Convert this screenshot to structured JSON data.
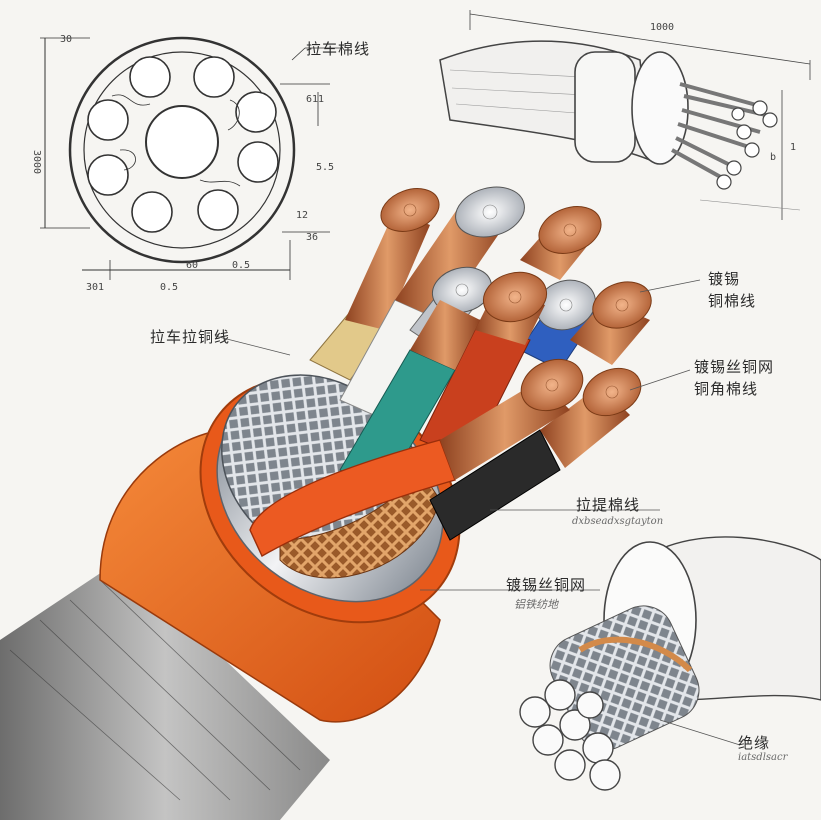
{
  "labels": {
    "top_cross_section": "拉车棉线",
    "left_shield": "拉车拉铜线",
    "tinned_cotton_1": "镀锡",
    "tinned_cotton_2": "铜棉线",
    "tinned_mesh_1": "镀锡丝铜网",
    "tinned_mesh_2": "铜角棉线",
    "cotton_right": "拉提棉线",
    "cotton_right_sub": "dxbseadxsgtayton",
    "mesh_lower_1": "镀锡丝铜网",
    "mesh_lower_2": "铝铁纺地",
    "insulation": "绝缘",
    "insulation_sub": "iatsdlsacr"
  },
  "dimensions": {
    "d_top_left": "30",
    "d_side": "3000",
    "d_small": "611",
    "d_right": "5.5",
    "d_bottom_right": "36",
    "d_12": "12",
    "d_bottom_1": "301",
    "d_bottom_2": "60",
    "d_bottom_3": "0.5",
    "d_bottom_4": "0.5",
    "d_length": "1000",
    "d_b": "b",
    "d_1": "1"
  },
  "colors": {
    "jacket": "#ee6a1e",
    "copper": "#c8733f",
    "tinned": "#c9ccd1",
    "teal": "#2e9a8c",
    "red": "#c9401e",
    "cream": "#e2c98a",
    "ink": "#2b2b2b"
  }
}
